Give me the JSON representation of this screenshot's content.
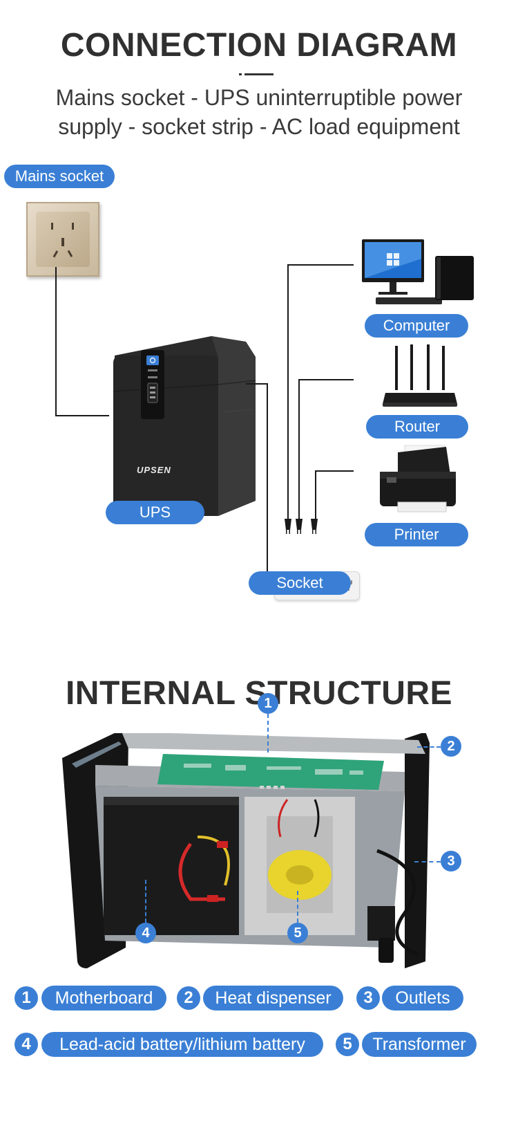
{
  "header": {
    "title": "CONNECTION DIAGRAM",
    "subtitle_line1": "Mains socket - UPS uninterruptible power",
    "subtitle_line2": "supply - socket strip - AC load equipment"
  },
  "diagram": {
    "mains_socket_label": "Mains socket",
    "ups_label": "UPS",
    "ups_brand": "UPSEN",
    "socket_label": "Socket",
    "computer_label": "Computer",
    "router_label": "Router",
    "printer_label": "Printer"
  },
  "internal": {
    "title": "INTERNAL STRUCTURE",
    "callouts": [
      "1",
      "2",
      "3",
      "4",
      "5"
    ]
  },
  "legend": {
    "items": [
      {
        "num": "1",
        "label": "Motherboard"
      },
      {
        "num": "2",
        "label": "Heat dispenser"
      },
      {
        "num": "3",
        "label": "Outlets"
      },
      {
        "num": "4",
        "label": "Lead-acid battery/lithium battery"
      },
      {
        "num": "5",
        "label": "Transformer"
      }
    ]
  },
  "colors": {
    "accent": "#3a7fd5",
    "title": "#303030",
    "wire": "#1a1a1a"
  }
}
